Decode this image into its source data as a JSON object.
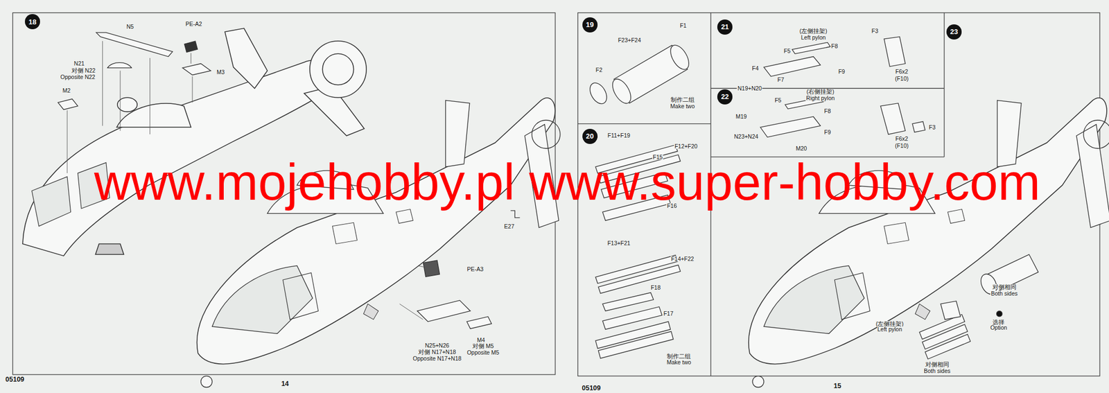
{
  "diagram": {
    "nodes": [
      {
        "text": [
          "18"
        ]
      },
      {
        "text": [
          "19"
        ]
      },
      {
        "text": [
          "20"
        ]
      },
      {
        "text": [
          "21"
        ]
      },
      {
        "text": [
          "22"
        ]
      },
      {
        "text": [
          "23"
        ]
      }
    ],
    "labels": [
      "N5",
      "PE-A2",
      "N21",
      "对侧 N22",
      "Opposite N22",
      "M2",
      "M3",
      "www.mojehobby.pl www.super-hobby.com",
      "E27",
      "PE-A3",
      "N25+N26",
      "对侧 N17+N18",
      "Opposite N17+N18",
      "M4",
      "对侧 M5",
      "Opposite M5",
      "05109",
      "14",
      "F23+F24",
      "F1",
      "F2",
      "制作二组",
      "Make two",
      "F11+F19",
      "F12+F20",
      "F15",
      "F16",
      "F13+F21",
      "F14+F22",
      "F18",
      "F17",
      "制作二组",
      "Make two",
      "(左侧挂架)",
      "Left pylon",
      "F5",
      "F8",
      "F4",
      "F9",
      "N19+N20",
      "F7",
      "F3",
      "F6x2",
      "(F10)",
      "(右侧挂架)",
      "Right pylon",
      "F5",
      "F8",
      "M19",
      "F9",
      "N23+N24",
      "M20",
      "F3",
      "F6x2",
      "(F10)",
      "对侧相同",
      "Both sides",
      "(左侧挂架)",
      "Left pylon",
      "选择",
      "Option",
      "对侧相同",
      "Both sides",
      "05109",
      "15"
    ]
  }
}
